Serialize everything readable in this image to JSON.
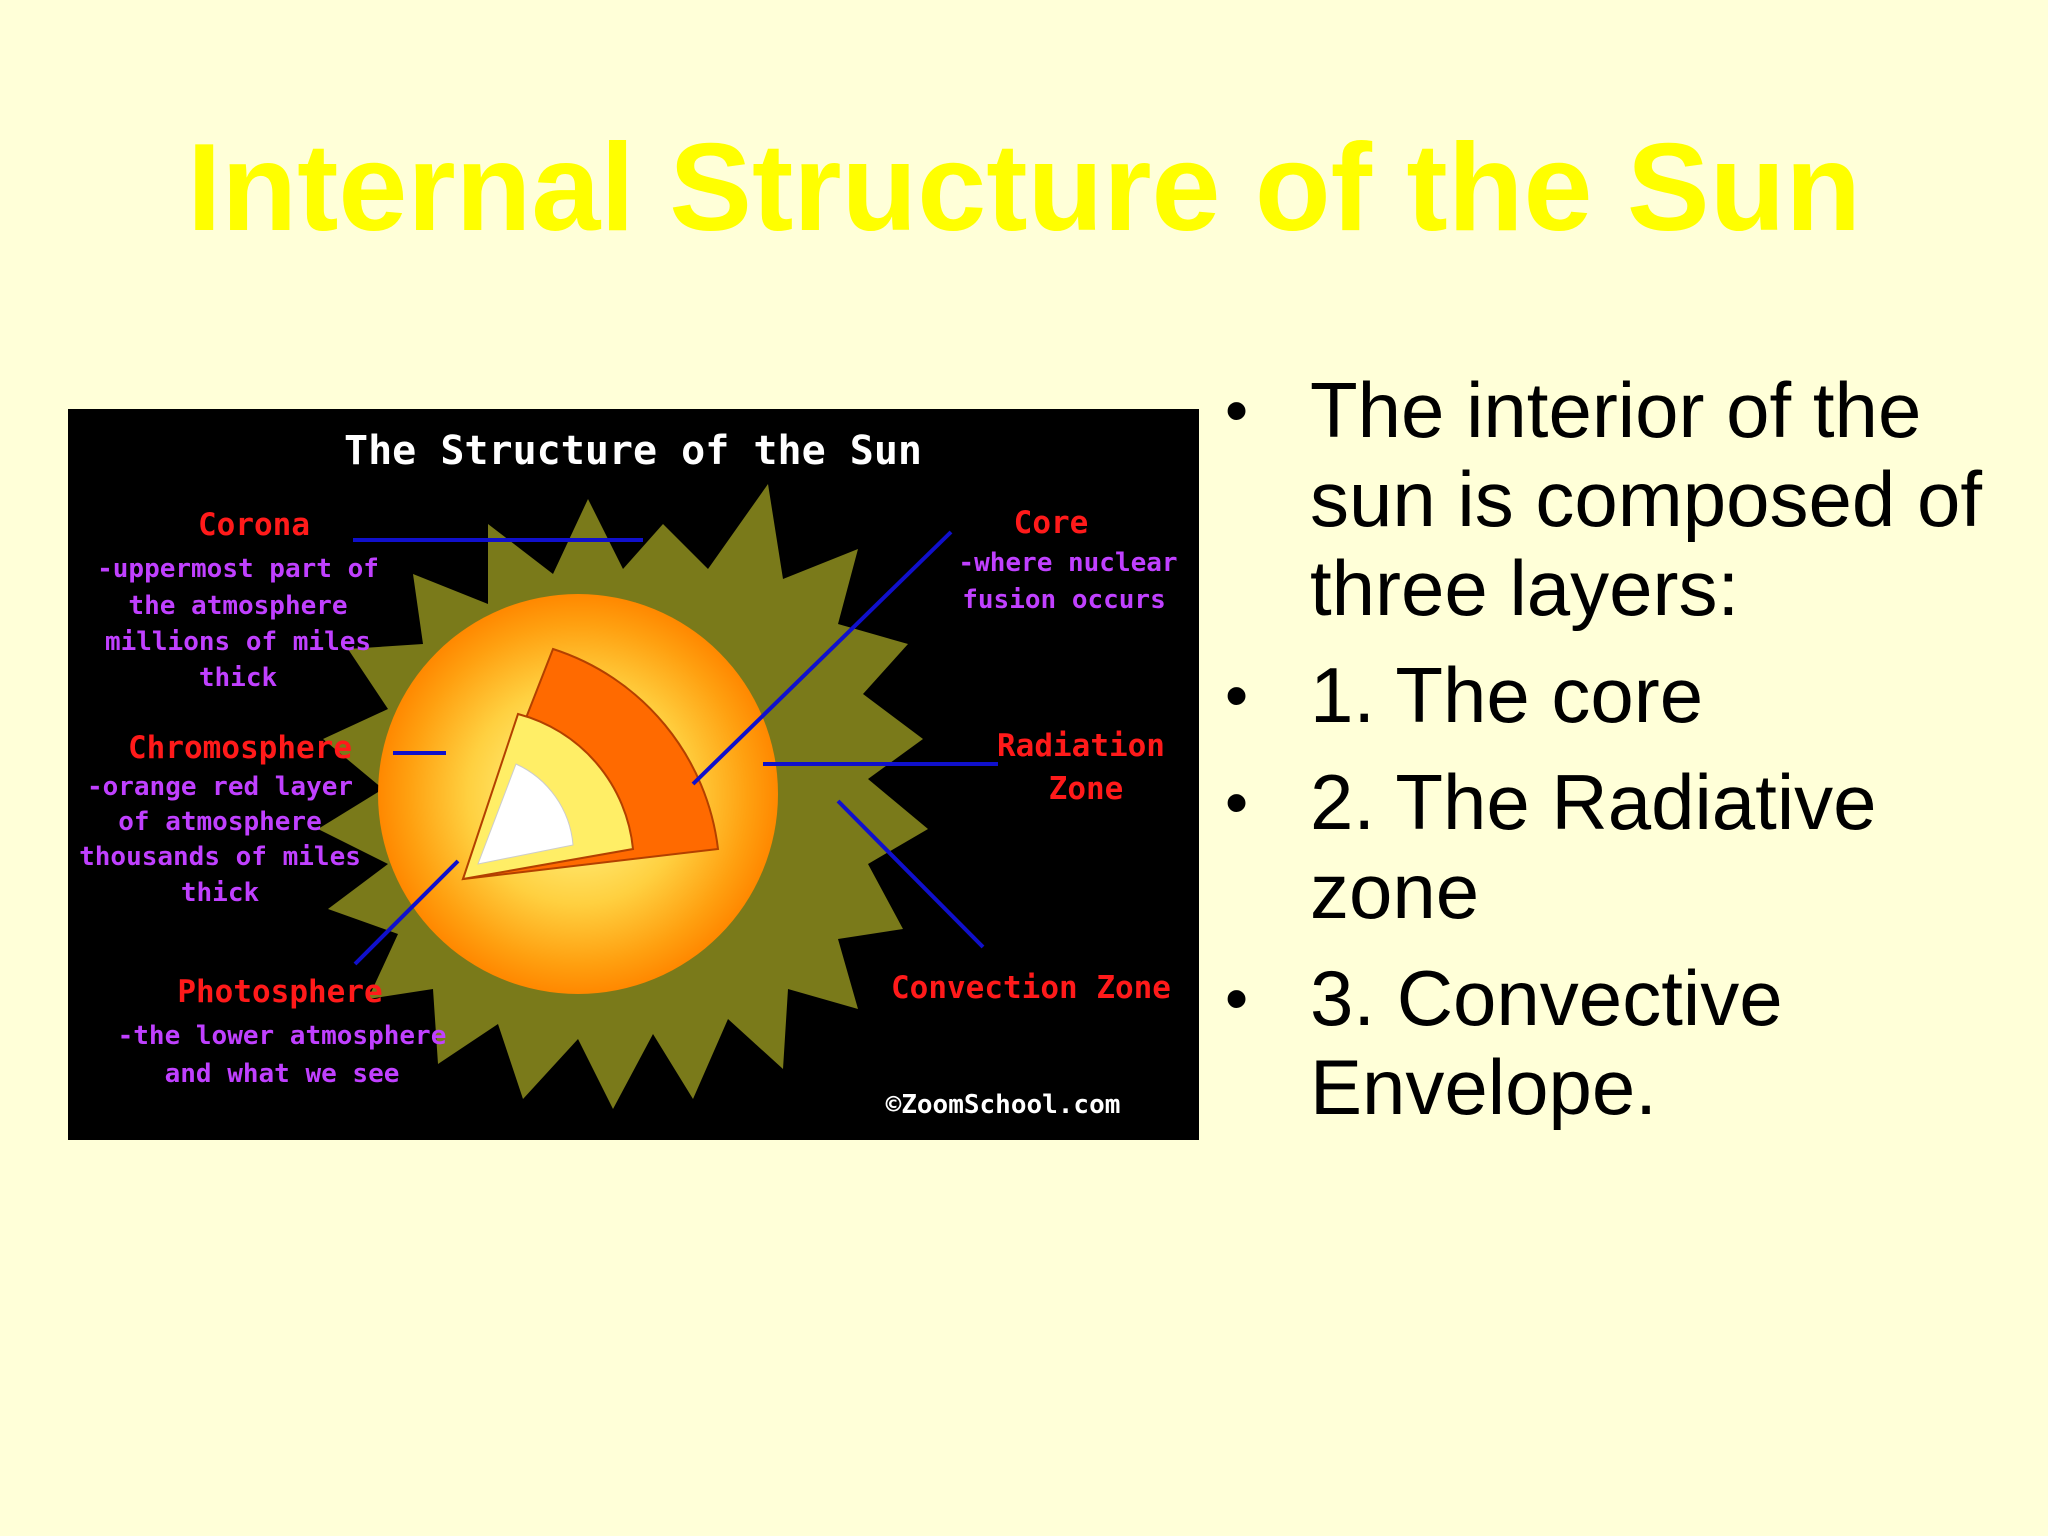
{
  "slide": {
    "title": "Internal Structure of the Sun",
    "bullets": [
      "The interior of the sun is composed of three layers:",
      "1. The core",
      "2. The Radiative zone",
      "3. Convective Envelope."
    ]
  },
  "diagram": {
    "title": "The Structure of the Sun",
    "corona": {
      "name": "Corona",
      "lines": [
        "-uppermost part of",
        "the atmosphere",
        "millions of miles",
        "thick"
      ]
    },
    "chromosphere": {
      "name": "Chromosphere",
      "lines": [
        "-orange red layer",
        "of atmosphere",
        "thousands of miles",
        "thick"
      ]
    },
    "photosphere": {
      "name": "Photosphere",
      "lines": [
        "-the lower atmosphere",
        "and what we see"
      ]
    },
    "core": {
      "name": "Core",
      "lines": [
        "-where nuclear",
        "fusion occurs"
      ]
    },
    "radiation_zone": {
      "lines": [
        "Radiation",
        "Zone"
      ]
    },
    "convection_zone": {
      "name": "Convection Zone"
    },
    "credit": "©ZoomSchool.com",
    "colors": {
      "background": "#000000",
      "corona": "#7a7a1a",
      "photosphere": "#ffb020",
      "convection": "#ff6a00",
      "radiation": "#ffee66",
      "core": "#ffffff",
      "leader_lines": "#1010cc",
      "name_labels": "#ff1a1a",
      "description_labels": "#c040ff"
    }
  }
}
